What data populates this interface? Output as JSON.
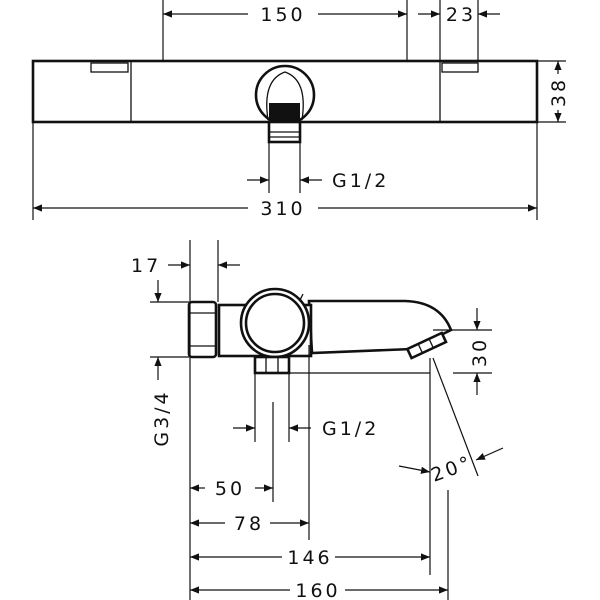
{
  "top_view": {
    "dim_center_spacing": "150",
    "dim_side_width": "23",
    "dim_height": "38",
    "dim_outlet_thread": "G1/2",
    "dim_total_width": "310"
  },
  "side_view": {
    "dim_nut_width": "17",
    "dim_inlet_thread": "G3/4",
    "dim_spout_height": "30",
    "dim_outlet_thread": "G1/2",
    "dim_spray_angle": "20°",
    "dim_outlet_offset": "50",
    "dim_body_depth": "78",
    "dim_spout_reach": "146",
    "dim_total_depth": "160"
  }
}
